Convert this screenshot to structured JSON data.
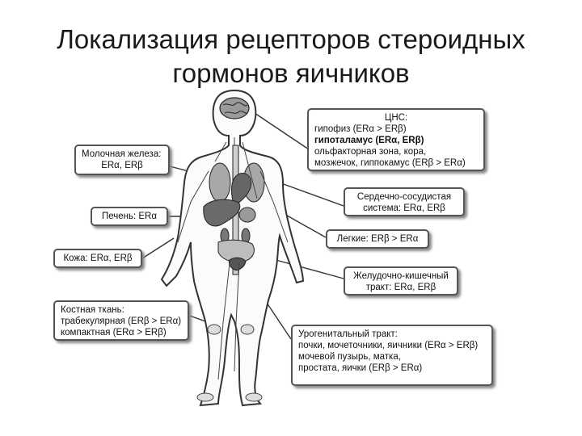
{
  "title": {
    "line1": "Локализация рецепторов стероидных",
    "line2": "гормонов яичников"
  },
  "callouts": {
    "cns": {
      "header": "ЦНС:",
      "lines": [
        "гипофиз (ERα > ERβ)",
        "гипоталамус (ERα, ERβ)",
        "ольфакторная зона, кора,",
        "мозжечок, гиппокамус (ERβ > ERα)"
      ]
    },
    "breast": {
      "lines": [
        "Молочная железа:",
        "ERα, ERβ"
      ]
    },
    "cardio": {
      "lines": [
        "Сердечно-сосудистая",
        "система: ERα, ERβ"
      ]
    },
    "liver": {
      "lines": [
        "Печень: ERα"
      ]
    },
    "lungs": {
      "lines": [
        "Легкие: ERβ > ERα"
      ]
    },
    "skin": {
      "lines": [
        "Кожа: ERα, ERβ"
      ]
    },
    "gi": {
      "lines": [
        "Желудочно-кишечный",
        "тракт: ERα, ERβ"
      ]
    },
    "bone": {
      "lines": [
        "Костная ткань:",
        "трабекулярная (ERβ > ERα)",
        "компактная (ERα > ERβ)"
      ]
    },
    "urogenital": {
      "lines": [
        "Урогенитальный тракт:",
        "почки, мочеточники, яичники (ERα > ERβ)",
        "мочевой пузырь, матка,",
        "простата, яички (ERβ > ERα)"
      ]
    }
  },
  "colors": {
    "border": "#555555",
    "organ_dark": "#6a6a6a",
    "organ_light": "#a8a8a8",
    "body_outline": "#333333"
  }
}
